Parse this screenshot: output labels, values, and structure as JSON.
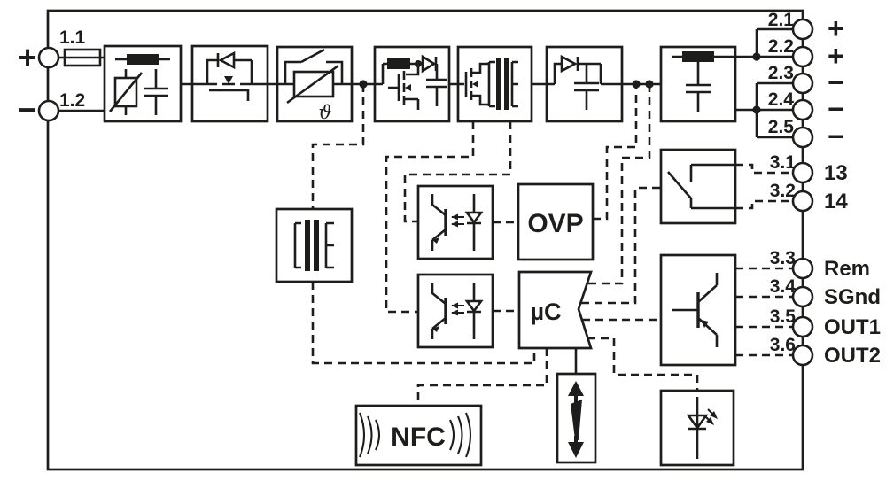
{
  "input": {
    "plus_sign": "+",
    "minus_sign": "−",
    "terminals": [
      {
        "id": "1.1"
      },
      {
        "id": "1.2"
      }
    ]
  },
  "outputs": {
    "dc": [
      {
        "id": "2.1",
        "label": "+"
      },
      {
        "id": "2.2",
        "label": "+"
      },
      {
        "id": "2.3",
        "label": "−"
      },
      {
        "id": "2.4",
        "label": "−"
      },
      {
        "id": "2.5",
        "label": "−"
      }
    ],
    "signal": [
      {
        "id": "3.1",
        "label": "13"
      },
      {
        "id": "3.2",
        "label": "14"
      },
      {
        "id": "3.3",
        "label": "Rem"
      },
      {
        "id": "3.4",
        "label": "SGnd"
      },
      {
        "id": "3.5",
        "label": "OUT1"
      },
      {
        "id": "3.6",
        "label": "OUT2"
      }
    ]
  },
  "blocks": {
    "ovp_label": "OVP",
    "mcu_label": "µC",
    "nfc_label": "NFC",
    "thermistor_label": "ϑ"
  },
  "colors": {
    "line": "#1d1d1b",
    "background": "#ffffff"
  }
}
